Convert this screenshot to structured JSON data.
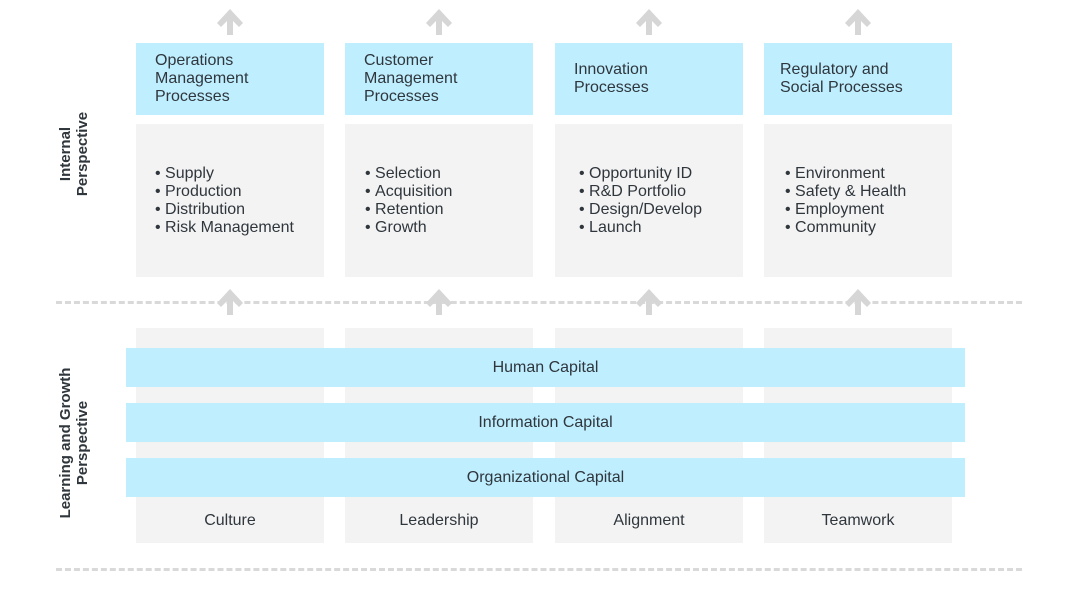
{
  "perspectives": {
    "internal": "Internal\nPerspective",
    "learning": "Learning and Growth\nPerspective"
  },
  "processes": [
    {
      "title": "Operations\nManagement\nProcesses",
      "items": [
        "Supply",
        "Production",
        "Distribution",
        "Risk Management"
      ]
    },
    {
      "title": "Customer\nManagement\nProcesses",
      "items": [
        "Selection",
        "Acquisition",
        "Retention",
        "Growth"
      ]
    },
    {
      "title": "Innovation\nProcesses",
      "items": [
        "Opportunity ID",
        "R&D Portfolio",
        "Design/Develop",
        "Launch"
      ]
    },
    {
      "title": "Regulatory and\nSocial Processes",
      "items": [
        "Environment",
        "Safety & Health",
        "Employment",
        "Community"
      ]
    }
  ],
  "capitals": [
    "Human Capital",
    "Information Capital",
    "Organizational Capital"
  ],
  "foundations": [
    "Culture",
    "Leadership",
    "Alignment",
    "Teamwork"
  ],
  "colors": {
    "header_fill": "#bfeeff",
    "body_fill": "#f3f3f3",
    "arrow": "#d6d6d6",
    "dash": "#d9d9d9"
  }
}
